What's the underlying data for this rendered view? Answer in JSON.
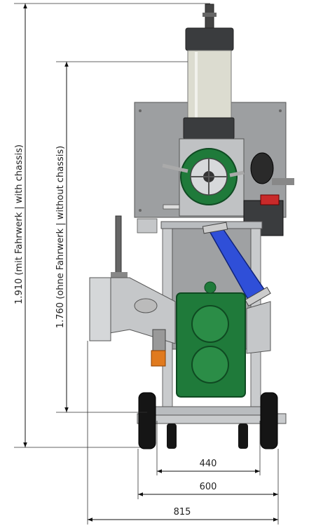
{
  "dimensions": {
    "height_with_chassis": "1.910 (mit Fahrwerk  |  with chassis)",
    "height_without_chassis": "1.760 (ohne Fahrwerk  |  without chassis)",
    "width_inner": "440",
    "width_middle": "600",
    "width_outer": "815"
  },
  "colors": {
    "pump_green": "#1f7a3a",
    "hose_blue": "#2f4fd8",
    "steel_gray": "#b9bcbf",
    "dark_gray": "#3a3c3e",
    "cylinder": "#dcdcd0",
    "nozzle_orange": "#e07a1e"
  }
}
